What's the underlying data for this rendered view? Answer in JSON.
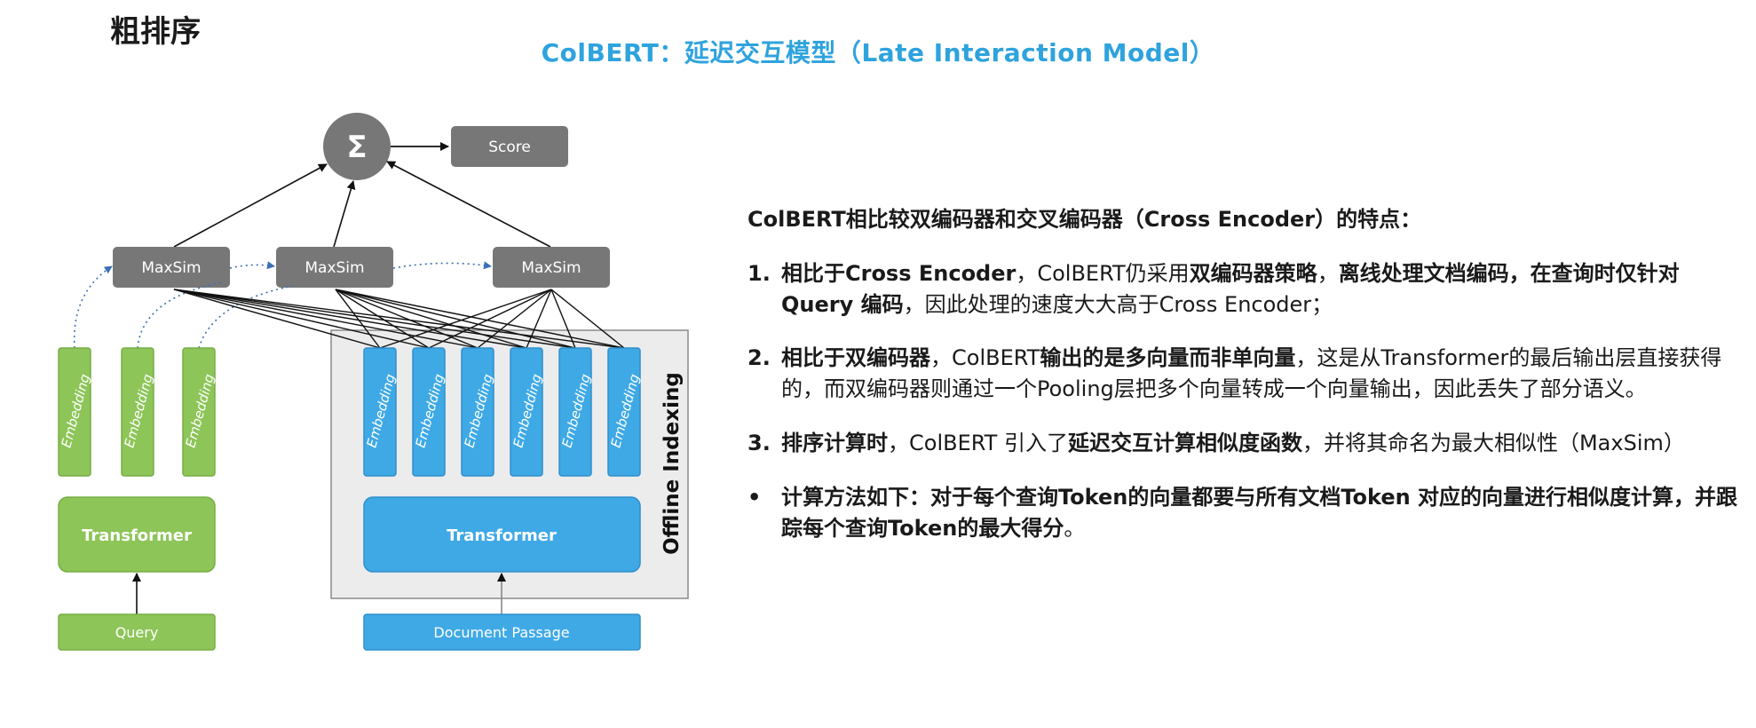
{
  "corner_title": "粗排序",
  "slide_title": "ColBERT：延迟交互模型（Late Interaction Model）",
  "diagram": {
    "sum_symbol": "Σ",
    "score_label": "Score",
    "maxsim_label": "MaxSim",
    "embedding_label": "Embedding",
    "transformer_label": "Transformer",
    "query_label": "Query",
    "document_label": "Document Passage",
    "offline_label": "Offline Indexing",
    "colors": {
      "green": "#8dc558",
      "green_dark": "#76ad45",
      "blue": "#3fa9e6",
      "blue_dark": "#2f8fcc",
      "gray": "#777777",
      "panel": "#ececec"
    }
  },
  "panel": {
    "intro": "ColBERT相比较双编码器和交叉编码器（Cross Encoder）的特点：",
    "items": [
      {
        "num": "1.",
        "segments": [
          {
            "text": "相比于Cross Encoder",
            "bold": true
          },
          {
            "text": "，ColBERT仍采用",
            "bold": false
          },
          {
            "text": "双编码器策略",
            "bold": true
          },
          {
            "text": "，",
            "bold": false
          },
          {
            "text": "离线处理文档编码，在查询时仅针对Query 编码",
            "bold": true
          },
          {
            "text": "，因此处理的速度大大高于Cross Encoder；",
            "bold": false
          }
        ]
      },
      {
        "num": "2.",
        "segments": [
          {
            "text": "相比于双编码器",
            "bold": true
          },
          {
            "text": "，ColBERT",
            "bold": false
          },
          {
            "text": "输出的是多向量而非单向量",
            "bold": true
          },
          {
            "text": "，这是从Transformer的最后输出层直接获得的，而双编码器则通过一个Pooling层把多个向量转成一个向量输出，因此丢失了部分语义。",
            "bold": false
          }
        ]
      },
      {
        "num": "3.",
        "segments": [
          {
            "text": "排序计算时",
            "bold": true
          },
          {
            "text": "，ColBERT 引入了",
            "bold": false
          },
          {
            "text": "延迟交互计算相似度函数",
            "bold": true
          },
          {
            "text": "，并将其命名为最大相似性（MaxSim）",
            "bold": false
          }
        ]
      },
      {
        "num": "•",
        "segments": [
          {
            "text": "计算方法如下：对于每个查询Token的向量都要与所有文档Token 对应的向量进行相似度计算，并跟踪每个查询Token的最大得分",
            "bold": true
          },
          {
            "text": "。",
            "bold": false
          }
        ]
      }
    ]
  }
}
